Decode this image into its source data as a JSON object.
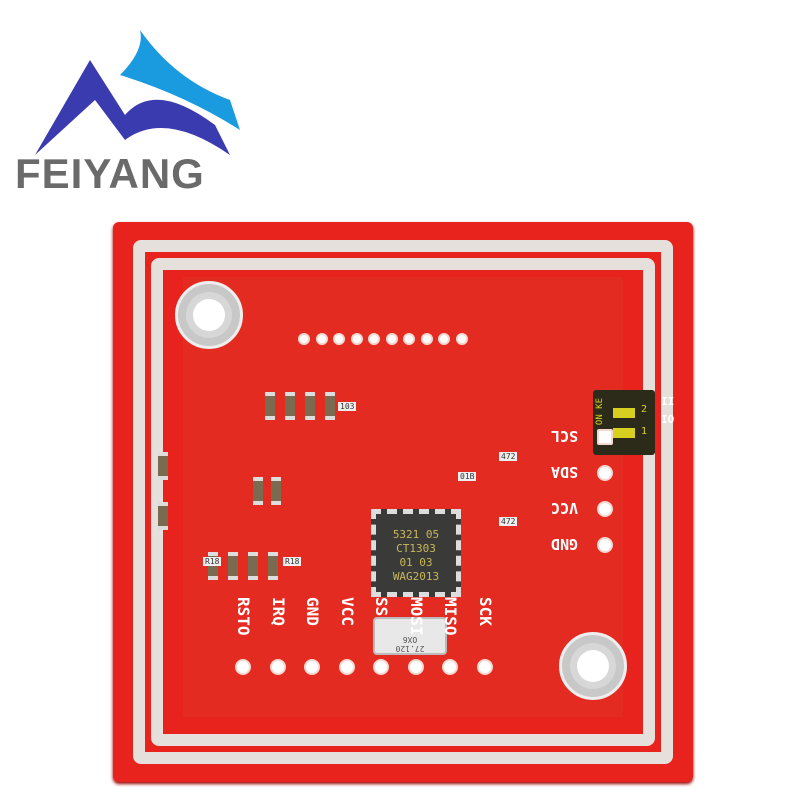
{
  "logo": {
    "text": "FEIYANG",
    "colors": {
      "blue": "#3b3bb0",
      "cyan": "#1a9be0",
      "gray": "#6a6a6a"
    }
  },
  "board": {
    "color": "#e8231e",
    "chip": [
      "5321 05",
      "CT1303",
      "01  03",
      "WAG2013"
    ],
    "crystal": [
      "27.120",
      "OX6"
    ],
    "dip_switch": {
      "label": "ON KE",
      "positions": [
        "1",
        "2"
      ]
    },
    "dip_side_labels": [
      "II",
      "IO"
    ],
    "header_bottom": [
      "RSTO",
      "IRQ",
      "GND",
      "VCC",
      "SS",
      "MOSI",
      "MISO",
      "SCK"
    ],
    "header_right": [
      "SCL",
      "SDA",
      "VCC",
      "GND"
    ],
    "component_marks": [
      "103",
      "472",
      "472",
      "R18",
      "R18",
      "01B"
    ]
  }
}
